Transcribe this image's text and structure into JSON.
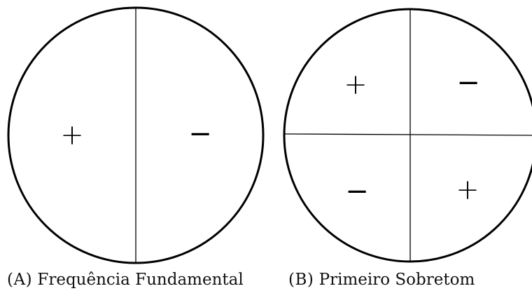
{
  "panels": {
    "a": {
      "tag": "(A)",
      "title": "Frequência Fundamental",
      "regions": [
        {
          "sign": "+"
        },
        {
          "sign": "−"
        }
      ]
    },
    "b": {
      "tag": "(B)",
      "title": "Primeiro Sobretom",
      "regions": [
        {
          "sign": "+"
        },
        {
          "sign": "−"
        },
        {
          "sign": "−"
        },
        {
          "sign": "+"
        }
      ]
    }
  },
  "colors": {
    "stroke": "#000000",
    "background": "#ffffff"
  }
}
